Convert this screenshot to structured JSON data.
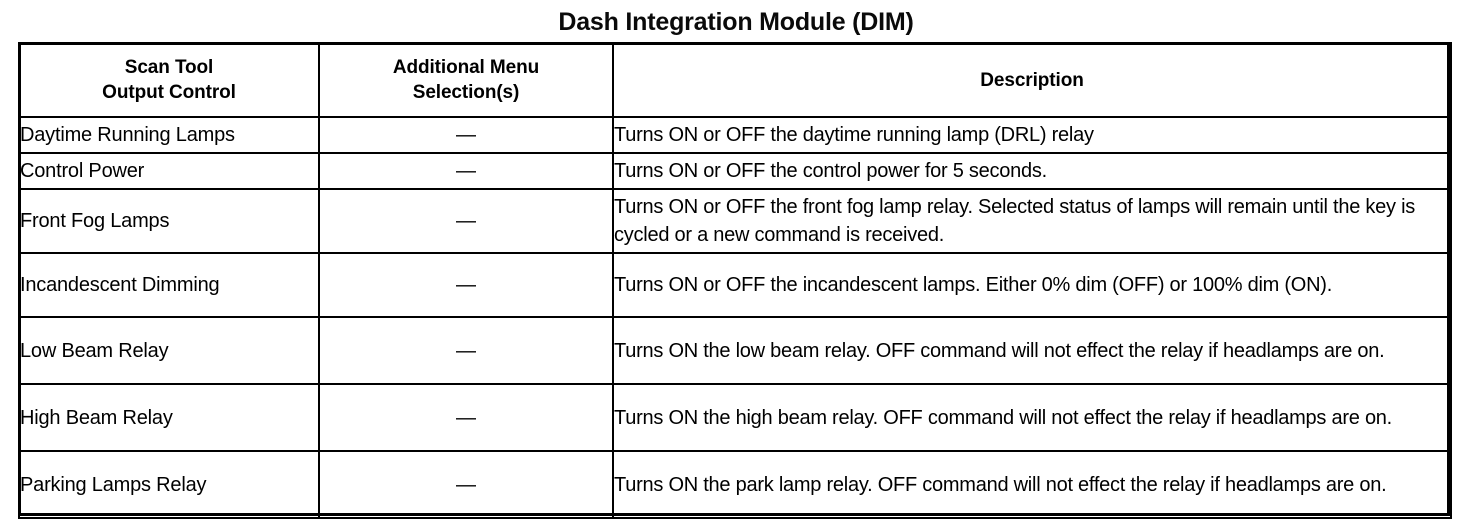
{
  "document": {
    "title": "Dash Integration Module (DIM)"
  },
  "table": {
    "columns": [
      {
        "key": "control",
        "header_line1": "Scan Tool",
        "header_line2": "Output Control"
      },
      {
        "key": "menu",
        "header_line1": "Additional Menu",
        "header_line2": "Selection(s)"
      },
      {
        "key": "description",
        "header_line1": "Description",
        "header_line2": ""
      }
    ],
    "dash_glyph": "—",
    "rows": [
      {
        "control": "Daytime Running Lamps",
        "menu": "—",
        "description": "Turns ON or OFF the daytime running lamp (DRL) relay"
      },
      {
        "control": "Control Power",
        "menu": "—",
        "description": "Turns ON or OFF the control power for 5 seconds."
      },
      {
        "control": "Front Fog Lamps",
        "menu": "—",
        "description": "Turns ON or OFF the front fog lamp relay. Selected status of lamps will remain until the key is cycled or a new command is received."
      },
      {
        "control": "Incandescent Dimming",
        "menu": "—",
        "description": "Turns ON or OFF the incandescent lamps. Either 0% dim (OFF) or 100% dim (ON)."
      },
      {
        "control": "Low Beam Relay",
        "menu": "—",
        "description": "Turns ON the low beam relay. OFF command will not effect the relay if headlamps are on."
      },
      {
        "control": "High Beam Relay",
        "menu": "—",
        "description": "Turns ON the high beam relay. OFF command will not effect the relay if headlamps are on."
      },
      {
        "control": "Parking Lamps Relay",
        "menu": "—",
        "description": "Turns ON the park lamp relay. OFF command will not effect the relay if headlamps are on."
      }
    ]
  },
  "colors": {
    "ink": "#000000",
    "paper": "#ffffff"
  }
}
